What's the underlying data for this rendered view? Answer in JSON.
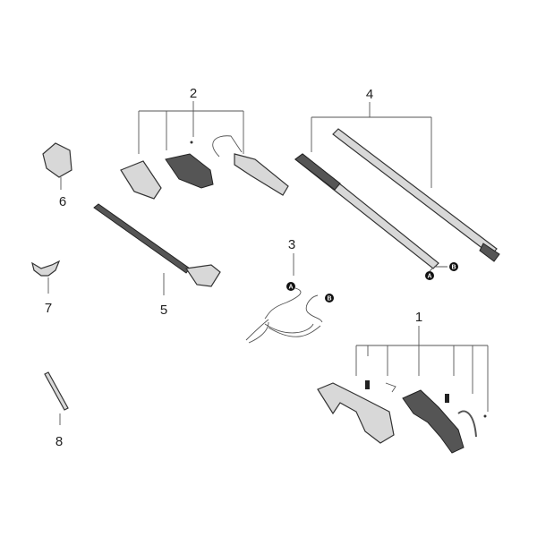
{
  "callouts": {
    "p1": "1",
    "p2": "2",
    "p3": "3",
    "p4": "4",
    "p5": "5",
    "p6": "6",
    "p7": "7",
    "p8": "8"
  },
  "connectors": {
    "a": "A",
    "b": "B"
  }
}
